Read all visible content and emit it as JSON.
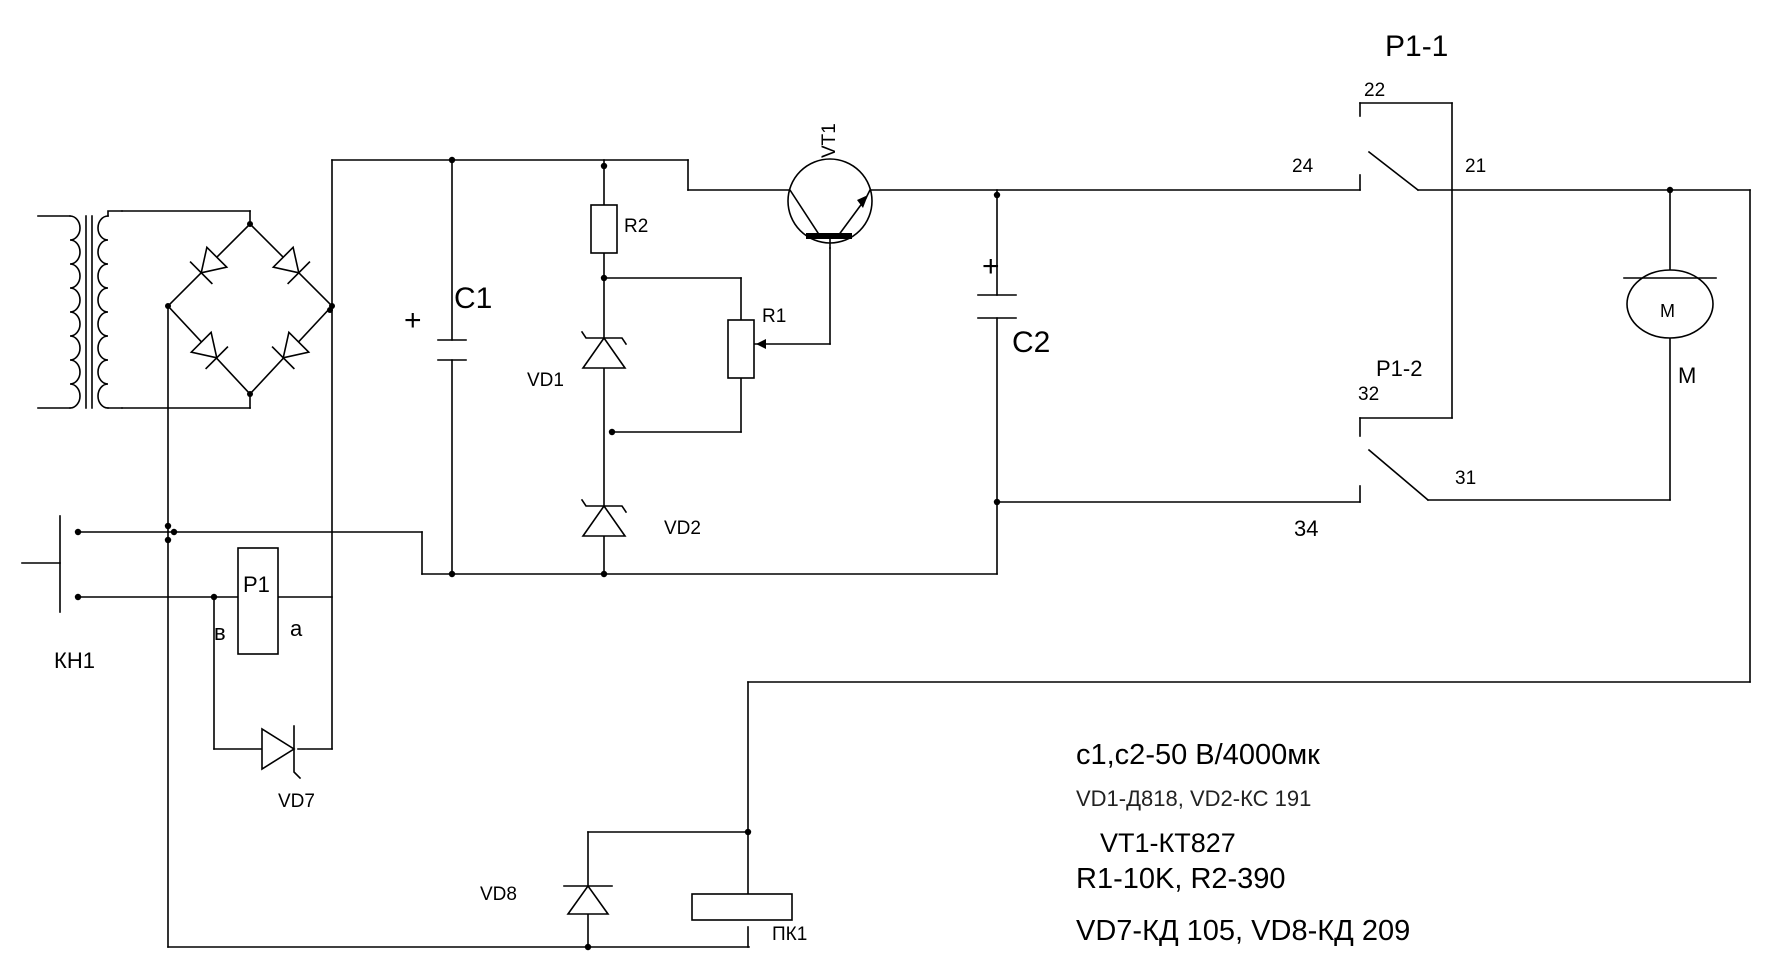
{
  "labels": {
    "c1": "C1",
    "c1_plus": "+",
    "c2": "C2",
    "c2_plus": "+",
    "r1": "R1",
    "r2": "R2",
    "vd1": "VD1",
    "vd2": "VD2",
    "vd7": "VD7",
    "vd8": "VD8",
    "vt1": "VT1",
    "p1": "P1",
    "p1_b": "в",
    "p1_a": "а",
    "kn1": "КН1",
    "pk1": "ПК1",
    "motor": "M",
    "motor_inner": "M",
    "p1_1": "P1-1",
    "p1_2": "P1-2",
    "pin_22": "22",
    "pin_24": "24",
    "pin_21": "21",
    "pin_32": "32",
    "pin_31": "31",
    "pin_34": "34"
  },
  "notes": {
    "line1": "с1,с2-50 В/4000мк",
    "line2": "VD1-Д818, VD2-КС 191",
    "line3": "VT1-КТ827",
    "line4": "R1-10K, R2-390",
    "line5": "VD7-КД 105, VD8-КД 209"
  }
}
